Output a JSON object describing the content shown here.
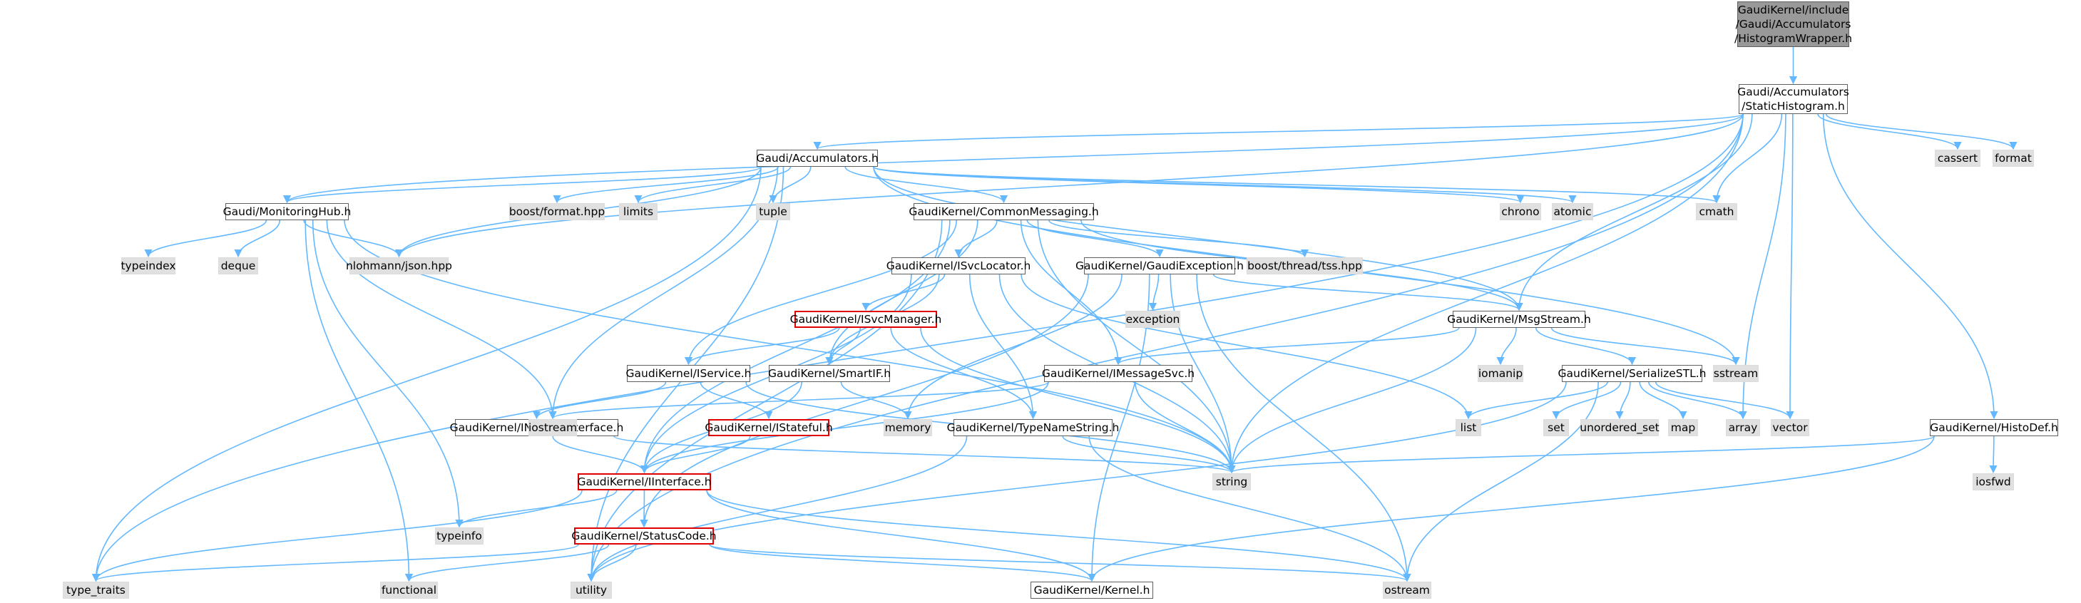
{
  "diagram": {
    "edge_color": "#63b8ff",
    "nodes": {
      "histogram_wrapper": "GaudiKernel/include\n/Gaudi/Accumulators\n/HistogramWrapper.h",
      "static_histogram": "Gaudi/Accumulators\n/StaticHistogram.h",
      "accumulators": "Gaudi/Accumulators.h",
      "monitoring_hub": "Gaudi/MonitoringHub.h",
      "common_messaging": "GaudiKernel/CommonMessaging.h",
      "isvc_locator": "GaudiKernel/ISvcLocator.h",
      "gaudi_exception": "GaudiKernel/GaudiException.h",
      "isvc_manager": "GaudiKernel/ISvcManager.h",
      "iservice": "GaudiKernel/IService.h",
      "smartif": "GaudiKernel/SmartIF.h",
      "msg_stream": "GaudiKernel/MsgStream.h",
      "imessage_svc": "GaudiKernel/IMessageSvc.h",
      "inamed_interface": "GaudiKernel/INamedInterface.h",
      "istateful": "GaudiKernel/IStateful.h",
      "type_name_string": "GaudiKernel/TypeNameString.h",
      "serialize_stl": "GaudiKernel/SerializeSTL.h",
      "histo_def": "GaudiKernel/HistoDef.h",
      "iinterface": "GaudiKernel/IInterface.h",
      "status_code": "GaudiKernel/StatusCode.h",
      "kernel": "GaudiKernel/Kernel.h",
      "cassert": "cassert",
      "format": "format",
      "boost_format": "boost/format.hpp",
      "limits": "limits",
      "tuple": "tuple",
      "chrono": "chrono",
      "atomic": "atomic",
      "cmath": "cmath",
      "typeindex": "typeindex",
      "deque": "deque",
      "nlohmann_json": "nlohmann/json.hpp",
      "boost_thread_tss": "boost/thread/tss.hpp",
      "exception": "exception",
      "iomanip": "iomanip",
      "sstream": "sstream",
      "iostream": "iostream",
      "memory": "memory",
      "list": "list",
      "set": "set",
      "unordered_set": "unordered_set",
      "map": "map",
      "array": "array",
      "vector": "vector",
      "string": "string",
      "iosfwd": "iosfwd",
      "typeinfo": "typeinfo",
      "type_traits": "type_traits",
      "functional": "functional",
      "utility": "utility",
      "ostream": "ostream"
    },
    "edges": [
      [
        "histogram_wrapper",
        "static_histogram"
      ],
      [
        "static_histogram",
        "accumulators"
      ],
      [
        "static_histogram",
        "monitoring_hub"
      ],
      [
        "static_histogram",
        "nlohmann_json"
      ],
      [
        "static_histogram",
        "type_traits"
      ],
      [
        "static_histogram",
        "utility"
      ],
      [
        "static_histogram",
        "cmath"
      ],
      [
        "static_histogram",
        "cassert"
      ],
      [
        "static_histogram",
        "format"
      ],
      [
        "static_histogram",
        "array"
      ],
      [
        "static_histogram",
        "vector"
      ],
      [
        "static_histogram",
        "string"
      ],
      [
        "static_histogram",
        "histo_def"
      ],
      [
        "static_histogram",
        "msg_stream"
      ],
      [
        "accumulators",
        "monitoring_hub"
      ],
      [
        "accumulators",
        "common_messaging"
      ],
      [
        "accumulators",
        "boost_format"
      ],
      [
        "accumulators",
        "limits"
      ],
      [
        "accumulators",
        "tuple"
      ],
      [
        "accumulators",
        "chrono"
      ],
      [
        "accumulators",
        "atomic"
      ],
      [
        "accumulators",
        "cmath"
      ],
      [
        "accumulators",
        "nlohmann_json"
      ],
      [
        "accumulators",
        "iostream"
      ],
      [
        "accumulators",
        "type_traits"
      ],
      [
        "accumulators",
        "utility"
      ],
      [
        "accumulators",
        "sstream"
      ],
      [
        "accumulators",
        "msg_stream"
      ],
      [
        "monitoring_hub",
        "typeindex"
      ],
      [
        "monitoring_hub",
        "deque"
      ],
      [
        "monitoring_hub",
        "nlohmann_json"
      ],
      [
        "monitoring_hub",
        "iostream"
      ],
      [
        "monitoring_hub",
        "typeinfo"
      ],
      [
        "monitoring_hub",
        "string"
      ],
      [
        "monitoring_hub",
        "functional"
      ],
      [
        "common_messaging",
        "isvc_locator"
      ],
      [
        "common_messaging",
        "gaudi_exception"
      ],
      [
        "common_messaging",
        "boost_thread_tss"
      ],
      [
        "common_messaging",
        "msg_stream"
      ],
      [
        "common_messaging",
        "imessage_svc"
      ],
      [
        "common_messaging",
        "iservice"
      ],
      [
        "common_messaging",
        "smartif"
      ],
      [
        "common_messaging",
        "string"
      ],
      [
        "common_messaging",
        "utility"
      ],
      [
        "common_messaging",
        "iinterface"
      ],
      [
        "isvc_locator",
        "isvc_manager"
      ],
      [
        "isvc_locator",
        "smartif"
      ],
      [
        "isvc_locator",
        "iinterface"
      ],
      [
        "isvc_locator",
        "type_name_string"
      ],
      [
        "isvc_locator",
        "list"
      ],
      [
        "isvc_locator",
        "string"
      ],
      [
        "isvc_manager",
        "iservice"
      ],
      [
        "isvc_manager",
        "smartif"
      ],
      [
        "isvc_manager",
        "type_name_string"
      ],
      [
        "isvc_manager",
        "string"
      ],
      [
        "gaudi_exception",
        "exception"
      ],
      [
        "gaudi_exception",
        "msg_stream"
      ],
      [
        "gaudi_exception",
        "string"
      ],
      [
        "gaudi_exception",
        "memory"
      ],
      [
        "gaudi_exception",
        "status_code"
      ],
      [
        "gaudi_exception",
        "kernel"
      ],
      [
        "gaudi_exception",
        "ostream"
      ],
      [
        "msg_stream",
        "imessage_svc"
      ],
      [
        "msg_stream",
        "iomanip"
      ],
      [
        "msg_stream",
        "sstream"
      ],
      [
        "msg_stream",
        "serialize_stl"
      ],
      [
        "msg_stream",
        "string"
      ],
      [
        "iservice",
        "inamed_interface"
      ],
      [
        "iservice",
        "istateful"
      ],
      [
        "iservice",
        "string"
      ],
      [
        "smartif",
        "memory"
      ],
      [
        "smartif",
        "iinterface"
      ],
      [
        "imessage_svc",
        "iinterface"
      ],
      [
        "imessage_svc",
        "iostream"
      ],
      [
        "imessage_svc",
        "string"
      ],
      [
        "inamed_interface",
        "iinterface"
      ],
      [
        "inamed_interface",
        "string"
      ],
      [
        "istateful",
        "iinterface"
      ],
      [
        "type_name_string",
        "string"
      ],
      [
        "type_name_string",
        "ostream"
      ],
      [
        "type_name_string",
        "utility"
      ],
      [
        "serialize_stl",
        "list"
      ],
      [
        "serialize_stl",
        "set"
      ],
      [
        "serialize_stl",
        "unordered_set"
      ],
      [
        "serialize_stl",
        "map"
      ],
      [
        "serialize_stl",
        "array"
      ],
      [
        "serialize_stl",
        "vector"
      ],
      [
        "serialize_stl",
        "ostream"
      ],
      [
        "serialize_stl",
        "utility"
      ],
      [
        "histo_def",
        "iosfwd"
      ],
      [
        "histo_def",
        "string"
      ],
      [
        "histo_def",
        "kernel"
      ],
      [
        "iinterface",
        "status_code"
      ],
      [
        "iinterface",
        "typeinfo"
      ],
      [
        "iinterface",
        "type_traits"
      ],
      [
        "iinterface",
        "ostream"
      ],
      [
        "iinterface",
        "kernel"
      ],
      [
        "status_code",
        "type_traits"
      ],
      [
        "status_code",
        "functional"
      ],
      [
        "status_code",
        "utility"
      ],
      [
        "status_code",
        "ostream"
      ],
      [
        "status_code",
        "kernel"
      ]
    ]
  }
}
